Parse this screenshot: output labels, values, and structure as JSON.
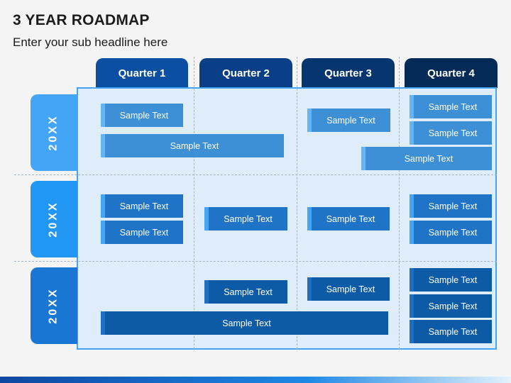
{
  "header": {
    "title": "3 YEAR ROADMAP",
    "subtitle": "Enter your sub headline here"
  },
  "quarters": [
    "Quarter 1",
    "Quarter 2",
    "Quarter 3",
    "Quarter 4"
  ],
  "years": [
    "20XX",
    "20XX",
    "20XX"
  ],
  "colors": {
    "q1": "#0b4fa3",
    "q2": "#093f86",
    "q3": "#06356f",
    "q4": "#042a57",
    "year1": "#42a5f5",
    "year2": "#2196f3",
    "year3": "#1976d2",
    "bar_light": "#3d8fd6",
    "bar_mid": "#1f74c8",
    "bar_dark": "#0d5aa7",
    "accent_light": "#64b5f6",
    "accent_mid": "#42a5f5",
    "accent_dark": "#1e6fc0"
  },
  "rows": [
    {
      "year": "20XX",
      "items": [
        {
          "label": "Sample Text"
        },
        {
          "label": "Sample Text"
        },
        {
          "label": "Sample Text"
        },
        {
          "label": "Sample Text"
        },
        {
          "label": "Sample Text"
        },
        {
          "label": "Sample Text"
        }
      ]
    },
    {
      "year": "20XX",
      "items": [
        {
          "label": "Sample Text"
        },
        {
          "label": "Sample Text"
        },
        {
          "label": "Sample Text"
        },
        {
          "label": "Sample Text"
        },
        {
          "label": "Sample Text"
        },
        {
          "label": "Sample Text"
        }
      ]
    },
    {
      "year": "20XX",
      "items": [
        {
          "label": "Sample Text"
        },
        {
          "label": "Sample Text"
        },
        {
          "label": "Sample Text"
        },
        {
          "label": "Sample Text"
        },
        {
          "label": "Sample Text"
        },
        {
          "label": "Sample Text"
        }
      ]
    }
  ]
}
